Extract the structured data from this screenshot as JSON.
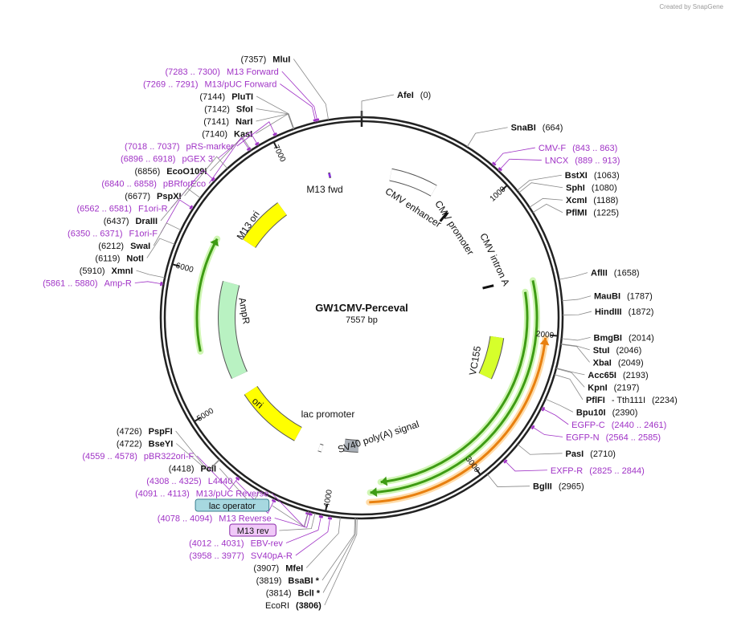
{
  "brand": "Created by SnapGene",
  "plasmid": {
    "name": "GW1CMV-Perceval",
    "size_label": "7557 bp",
    "length": 7557
  },
  "ticks": [
    "1000",
    "2000",
    "3000",
    "4000",
    "5000",
    "6000",
    "7000"
  ],
  "colors": {
    "primer": "#a033c6",
    "backbone": "#222222",
    "amp": "#b9f2c2",
    "yellow": "#ffff00",
    "vc155": "#d6ff2b",
    "green_arrow": "#3e9b14",
    "orange_arrow": "#e88010"
  },
  "sites": [
    {
      "kind": "enzyme",
      "pos": 0,
      "text_a": "AfeI",
      "text_b": "(0)"
    },
    {
      "kind": "enzyme",
      "pos": 664,
      "text_a": "SnaBI",
      "text_b": "(664)"
    },
    {
      "kind": "primer",
      "pos": 853,
      "text_a": "CMV-F",
      "text_b": "(843 .. 863)"
    },
    {
      "kind": "primer",
      "pos": 901,
      "text_a": "LNCX",
      "text_b": "(889 .. 913)"
    },
    {
      "kind": "enzyme",
      "pos": 1063,
      "text_a": "BstXI",
      "text_b": "(1063)"
    },
    {
      "kind": "enzyme",
      "pos": 1080,
      "text_a": "SphI",
      "text_b": "(1080)"
    },
    {
      "kind": "enzyme",
      "pos": 1188,
      "text_a": "XcmI",
      "text_b": "(1188)"
    },
    {
      "kind": "enzyme",
      "pos": 1225,
      "text_a": "PflMI",
      "text_b": "(1225)"
    },
    {
      "kind": "enzyme",
      "pos": 1658,
      "text_a": "AflII",
      "text_b": "(1658)"
    },
    {
      "kind": "enzyme",
      "pos": 1787,
      "text_a": "MauBI",
      "text_b": "(1787)"
    },
    {
      "kind": "enzyme",
      "pos": 1872,
      "text_a": "HindIII",
      "text_b": "(1872)"
    },
    {
      "kind": "enzyme",
      "pos": 2014,
      "text_a": "BmgBI",
      "text_b": "(2014)"
    },
    {
      "kind": "enzyme",
      "pos": 2046,
      "text_a": "StuI",
      "text_b": "(2046)"
    },
    {
      "kind": "enzyme",
      "pos": 2049,
      "text_a": "XbaI",
      "text_b": "(2049)"
    },
    {
      "kind": "enzyme",
      "pos": 2193,
      "text_a": "Acc65I",
      "text_b": "(2193)"
    },
    {
      "kind": "enzyme",
      "pos": 2197,
      "text_a": "KpnI",
      "text_b": "(2197)"
    },
    {
      "kind": "enzyme",
      "pos": 2234,
      "text_a": "PflFI",
      "text_b": "- Tth111I",
      "text_c": "(2234)"
    },
    {
      "kind": "enzyme",
      "pos": 2390,
      "text_a": "Bpu10I",
      "text_b": "(2390)"
    },
    {
      "kind": "primer",
      "pos": 2450,
      "text_a": "EGFP-C",
      "text_b": "(2440 .. 2461)"
    },
    {
      "kind": "primer",
      "pos": 2574,
      "text_a": "EGFP-N",
      "text_b": "(2564 .. 2585)"
    },
    {
      "kind": "enzyme",
      "pos": 2710,
      "text_a": "PasI",
      "text_b": "(2710)"
    },
    {
      "kind": "primer",
      "pos": 2834,
      "text_a": "EXFP-R",
      "text_b": "(2825 .. 2844)"
    },
    {
      "kind": "enzyme",
      "pos": 2965,
      "text_a": "BglII",
      "text_b": "(2965)"
    },
    {
      "kind": "enzyme",
      "pos": 3806,
      "text_a": "EcoRI",
      "text_b": "(3806)"
    },
    {
      "kind": "enzyme",
      "pos": 3814,
      "text_a": "(3814)",
      "text_b": "BclI *"
    },
    {
      "kind": "enzyme",
      "pos": 3819,
      "text_a": "(3819)",
      "text_b": "BsaBI *"
    },
    {
      "kind": "enzyme",
      "pos": 3907,
      "text_a": "(3907)",
      "text_b": "MfeI"
    },
    {
      "kind": "primer",
      "pos": 3967,
      "text_a": "(3958 .. 3977)",
      "text_b": "SV40pA-R"
    },
    {
      "kind": "primer",
      "pos": 4021,
      "text_a": "(4012 .. 4031)",
      "text_b": "EBV-rev"
    },
    {
      "kind": "boxfeat",
      "pos": 4060,
      "text_a": "M13 rev",
      "color": "#f0c9f8",
      "stroke": "#8a2aa8"
    },
    {
      "kind": "primer",
      "pos": 4086,
      "text_a": "(4078 .. 4094)",
      "text_b": "M13 Reverse"
    },
    {
      "kind": "boxfeat",
      "pos": 4100,
      "text_a": "lac operator",
      "color": "#a7d8e0",
      "stroke": "#3b7f8f"
    },
    {
      "kind": "primer",
      "pos": 4102,
      "text_a": "(4091 .. 4113)",
      "text_b": "M13/pUC Reverse"
    },
    {
      "kind": "primer",
      "pos": 4316,
      "text_a": "(4308 .. 4325)",
      "text_b": "L4440"
    },
    {
      "kind": "enzyme",
      "pos": 4418,
      "text_a": "(4418)",
      "text_b": "PciI"
    },
    {
      "kind": "primer",
      "pos": 4568,
      "text_a": "(4559 .. 4578)",
      "text_b": "pBR322ori-F"
    },
    {
      "kind": "enzyme",
      "pos": 4722,
      "text_a": "(4722)",
      "text_b": "BseYI"
    },
    {
      "kind": "enzyme",
      "pos": 4726,
      "text_a": "(4726)",
      "text_b": "PspFI"
    },
    {
      "kind": "primer",
      "pos": 5870,
      "text_a": "(5861 .. 5880)",
      "text_b": "Amp-R"
    },
    {
      "kind": "enzyme",
      "pos": 5910,
      "text_a": "(5910)",
      "text_b": "XmnI"
    },
    {
      "kind": "enzyme",
      "pos": 6119,
      "text_a": "(6119)",
      "text_b": "NotI"
    },
    {
      "kind": "enzyme",
      "pos": 6212,
      "text_a": "(6212)",
      "text_b": "SwaI"
    },
    {
      "kind": "primer",
      "pos": 6360,
      "text_a": "(6350 .. 6371)",
      "text_b": "F1ori-F"
    },
    {
      "kind": "enzyme",
      "pos": 6437,
      "text_a": "(6437)",
      "text_b": "DraIII"
    },
    {
      "kind": "primer",
      "pos": 6571,
      "text_a": "(6562 .. 6581)",
      "text_b": "F1ori-R"
    },
    {
      "kind": "enzyme",
      "pos": 6677,
      "text_a": "(6677)",
      "text_b": "PspXI"
    },
    {
      "kind": "primer",
      "pos": 6849,
      "text_a": "(6840 .. 6858)",
      "text_b": "pBRforEco"
    },
    {
      "kind": "enzyme",
      "pos": 6856,
      "text_a": "(6856)",
      "text_b": "EcoO109I"
    },
    {
      "kind": "primer",
      "pos": 6907,
      "text_a": "(6896 .. 6918)",
      "text_b": "pGEX 3'"
    },
    {
      "kind": "primer",
      "pos": 7027,
      "text_a": "(7018 .. 7037)",
      "text_b": "pRS-marker"
    },
    {
      "kind": "enzyme",
      "pos": 7140,
      "text_a": "(7140)",
      "text_b": "KasI"
    },
    {
      "kind": "enzyme",
      "pos": 7141,
      "text_a": "(7141)",
      "text_b": "NarI"
    },
    {
      "kind": "enzyme",
      "pos": 7142,
      "text_a": "(7142)",
      "text_b": "SfoI"
    },
    {
      "kind": "enzyme",
      "pos": 7144,
      "text_a": "(7144)",
      "text_b": "PluTI"
    },
    {
      "kind": "primer",
      "pos": 7280,
      "text_a": "(7269 .. 7291)",
      "text_b": "M13/pUC Forward"
    },
    {
      "kind": "primer",
      "pos": 7291,
      "text_a": "(7283 .. 7300)",
      "text_b": "M13 Forward"
    },
    {
      "kind": "enzyme",
      "pos": 7357,
      "text_a": "(7357)",
      "text_b": "MluI"
    }
  ],
  "features": [
    {
      "label": "M13 fwd",
      "start": 7283,
      "end": 7300
    },
    {
      "label": "CMV enhancer",
      "start": 240,
      "end": 620
    },
    {
      "label": "CMV promoter",
      "start": 620,
      "end": 820
    },
    {
      "label": "CMV intron A",
      "start": 830,
      "end": 1600
    },
    {
      "label": "VC155",
      "start": 2060,
      "end": 2420
    },
    {
      "label": "SV40 poly(A) signal",
      "start": 3810,
      "end": 3940
    },
    {
      "label": "lac promoter",
      "start": 4130,
      "end": 4160
    },
    {
      "label": "ori",
      "start": 4380,
      "end": 4970
    },
    {
      "label": "AmpR",
      "start": 5140,
      "end": 5980
    },
    {
      "label": "M13 ori",
      "start": 6370,
      "end": 6800
    }
  ],
  "green_arrows": [
    {
      "start": 1630,
      "end": 3720,
      "dir": "fwd"
    },
    {
      "start": 1700,
      "end": 3640,
      "dir": "fwd"
    },
    {
      "start": 5420,
      "end": 6270,
      "dir": "fwd"
    }
  ],
  "orange_arrows": [
    {
      "start": 2020,
      "end": 3730,
      "dir": "rev"
    }
  ]
}
